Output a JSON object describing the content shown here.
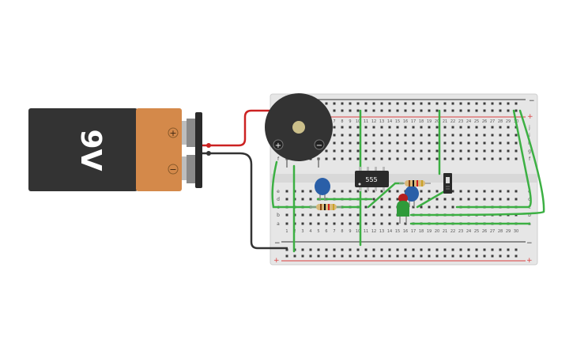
{
  "battery": {
    "label": "9V",
    "plus": "+",
    "minus": "−"
  },
  "buzzer": {
    "plus": "+",
    "minus": "−"
  },
  "ic": {
    "label": "555"
  },
  "breadboard": {
    "row_letters_top": [
      "j",
      "i",
      "h",
      "g",
      "f"
    ],
    "row_letters_bottom": [
      "e",
      "d",
      "c",
      "b",
      "a"
    ],
    "column_count": 30,
    "rail_plus": "+",
    "rail_minus": "−"
  },
  "colors": {
    "battery_body": "#333333",
    "battery_cap": "#d4894a",
    "board": "#e6e6e6",
    "wire_green": "#3cb043",
    "wire_red": "#cc2222",
    "wire_black": "#333333",
    "rail_red": "#d94040",
    "rail_black": "#333333",
    "capacitor": "#2a5fa8",
    "led_red": "#b52020",
    "led_green": "#2f9a3a"
  }
}
